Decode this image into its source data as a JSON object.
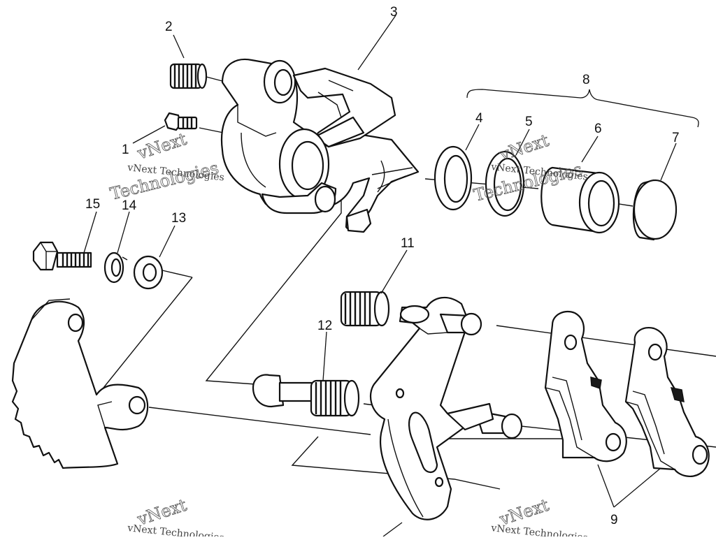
{
  "callouts": {
    "c1": "1",
    "c2": "2",
    "c3": "3",
    "c4": "4",
    "c5": "5",
    "c6": "6",
    "c7": "7",
    "c8": "8",
    "c9": "9",
    "c11": "11",
    "c12": "12",
    "c13": "13",
    "c14": "14",
    "c15": "15"
  },
  "watermark": {
    "line1": "vNext",
    "line2": "vNext Technologies",
    "line3": "Technologies"
  }
}
